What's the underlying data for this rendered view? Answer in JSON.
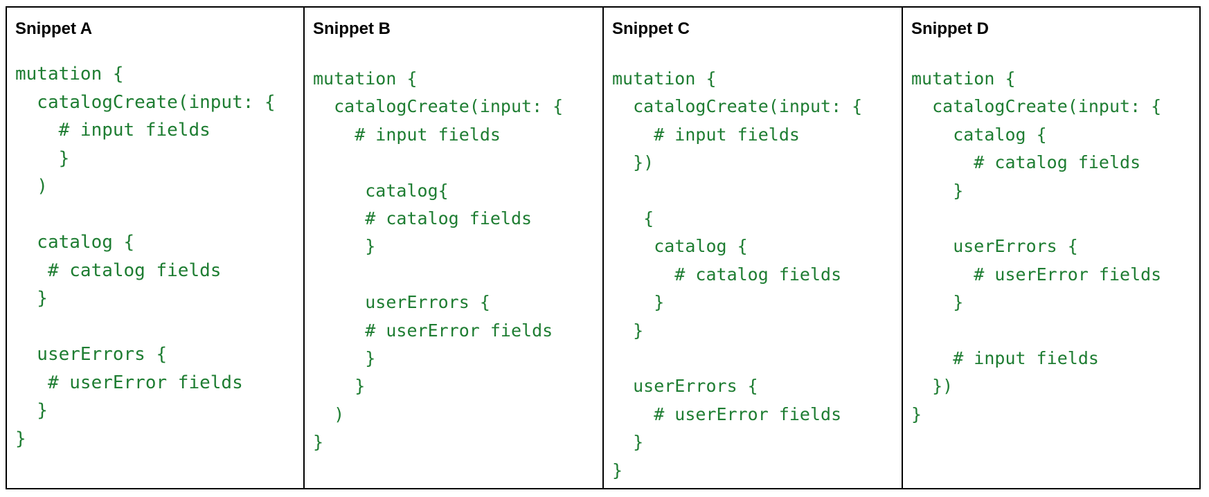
{
  "snippets": [
    {
      "title": "Snippet A",
      "code": "mutation {\n  catalogCreate(input: {\n    # input fields\n    }\n  )\n\n  catalog {\n   # catalog fields\n  }\n\n  userErrors {\n   # userError fields\n  }\n}"
    },
    {
      "title": "Snippet B",
      "code": "mutation {\n  catalogCreate(input: {\n    # input fields\n\n     catalog{\n     # catalog fields\n     }\n\n     userErrors {\n     # userError fields\n     }\n    }\n  )\n}"
    },
    {
      "title": "Snippet C",
      "code": "mutation {\n  catalogCreate(input: {\n    # input fields\n  })\n\n   {\n    catalog {\n      # catalog fields\n    }\n  }\n\n  userErrors {\n    # userError fields\n  }\n}"
    },
    {
      "title": "Snippet D",
      "code": "mutation {\n  catalogCreate(input: {\n    catalog {\n      # catalog fields\n    }\n\n    userErrors {\n      # userError fields\n    }\n\n    # input fields\n  })\n}"
    }
  ],
  "colors": {
    "code_text": "#1e7d32",
    "title_text": "#000000",
    "border": "#000000",
    "background": "#ffffff"
  }
}
